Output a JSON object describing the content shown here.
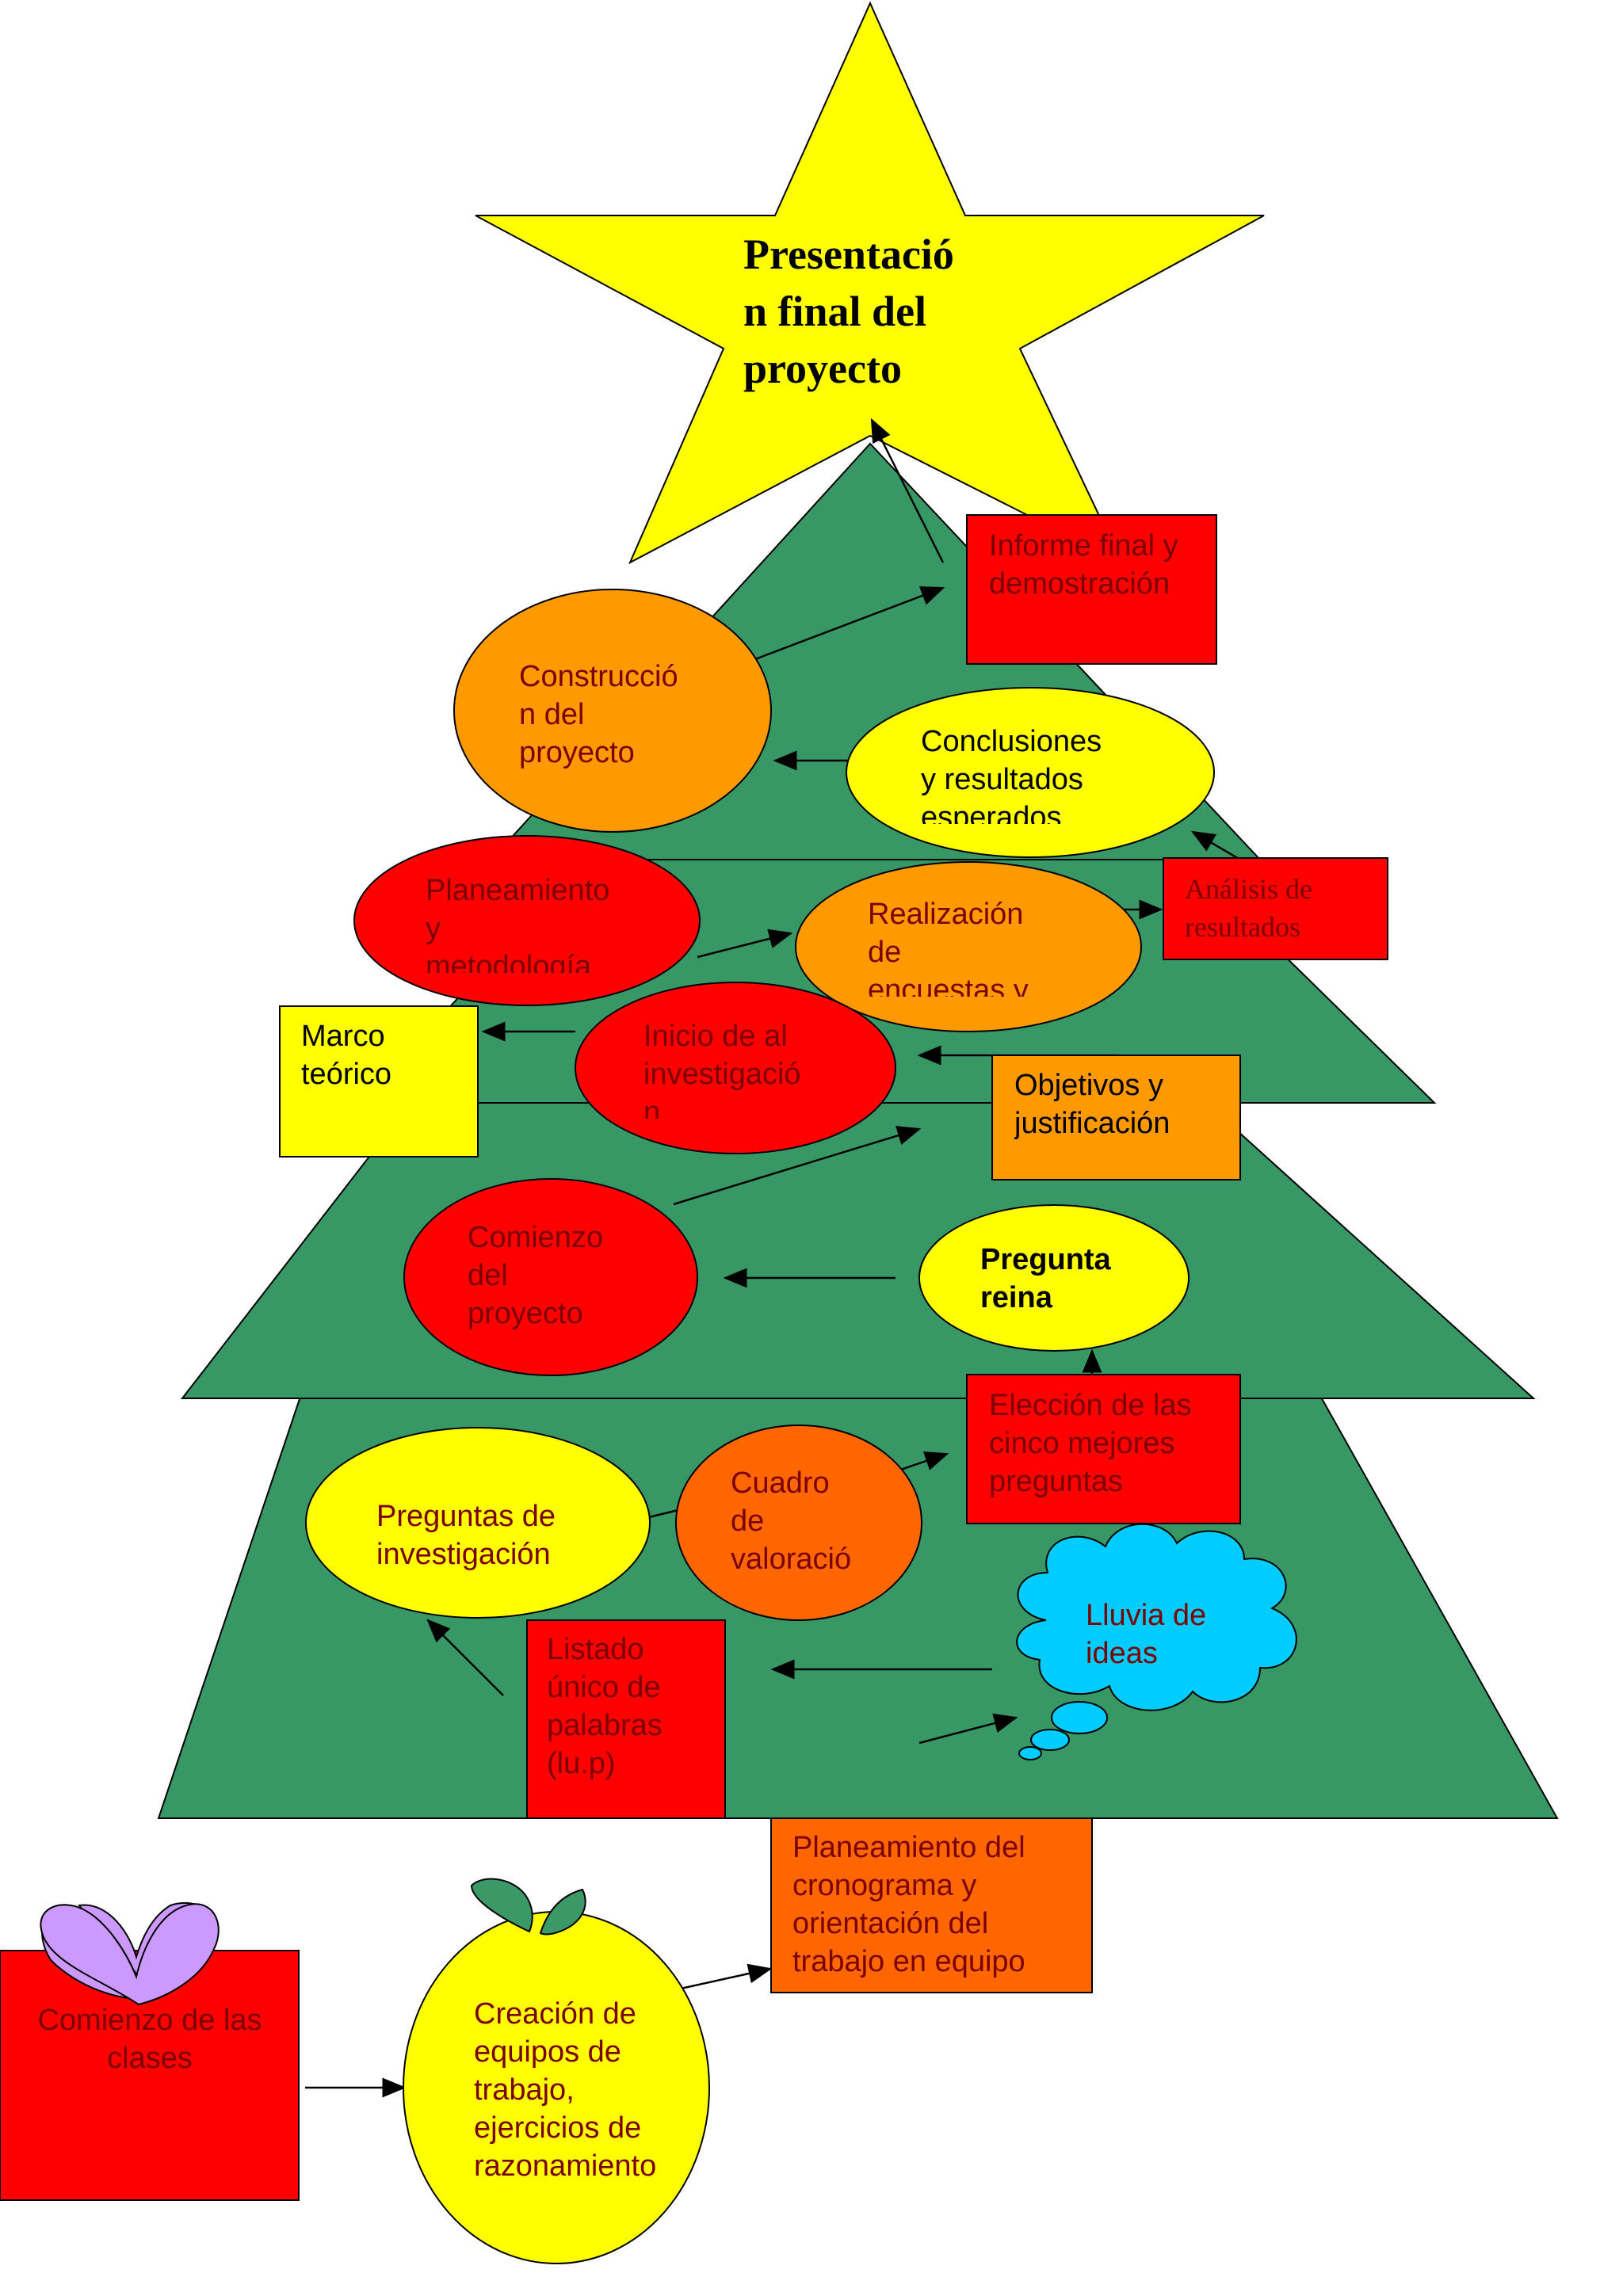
{
  "diagram": {
    "colors": {
      "tree": "#379866",
      "star": "#ffff00",
      "red": "#ff0000",
      "orange": "#ff9900",
      "dark_orange": "#ff6600",
      "yellow": "#ffff00",
      "cyan": "#00ccff",
      "lavender": "#cc99ff",
      "leaf": "#3a9966",
      "outline": "#000000"
    },
    "star_title": "Presentació\nn final del\nproyecto",
    "nodes": {
      "informe_final": "Informe final y\ndemostración",
      "construccion": "Construcció\nn del\nproyecto",
      "conclusiones": "Conclusiones\ny resultados\nesperados",
      "analisis": "Análisis de\nresultados",
      "planeamiento_metodologia": "Planeamiento\ny\nmetodología",
      "realizacion_encuestas": "Realización\nde\nencuestas y",
      "marco_teorico": "Marco\nteórico",
      "inicio_investigacion": "Inicio de al\ninvestigació\nn",
      "objetivos": "Objetivos y\njustificación",
      "comienzo_proyecto": "Comienzo\ndel\nproyecto",
      "pregunta_reina": "Pregunta\nreina",
      "eleccion": "Elección de las\ncinco mejores\npreguntas",
      "cuadro_valoracion": "Cuadro\nde\nvaloració",
      "preguntas_investigacion": "Preguntas de\ninvestigación",
      "lluvia_ideas": "Lluvia de\nideas",
      "listado_unico": "Listado\núnico de\npalabras\n(lu.p)",
      "planeamiento_cronograma": "Planeamiento del\ncronograma y\norientación del\ntrabajo en equipo",
      "comienzo_clases": "Comienzo de las\nclases",
      "creacion_equipos": "Creación de\nequipos de\ntrabajo,\nejercicios de\nrazonamiento"
    }
  }
}
